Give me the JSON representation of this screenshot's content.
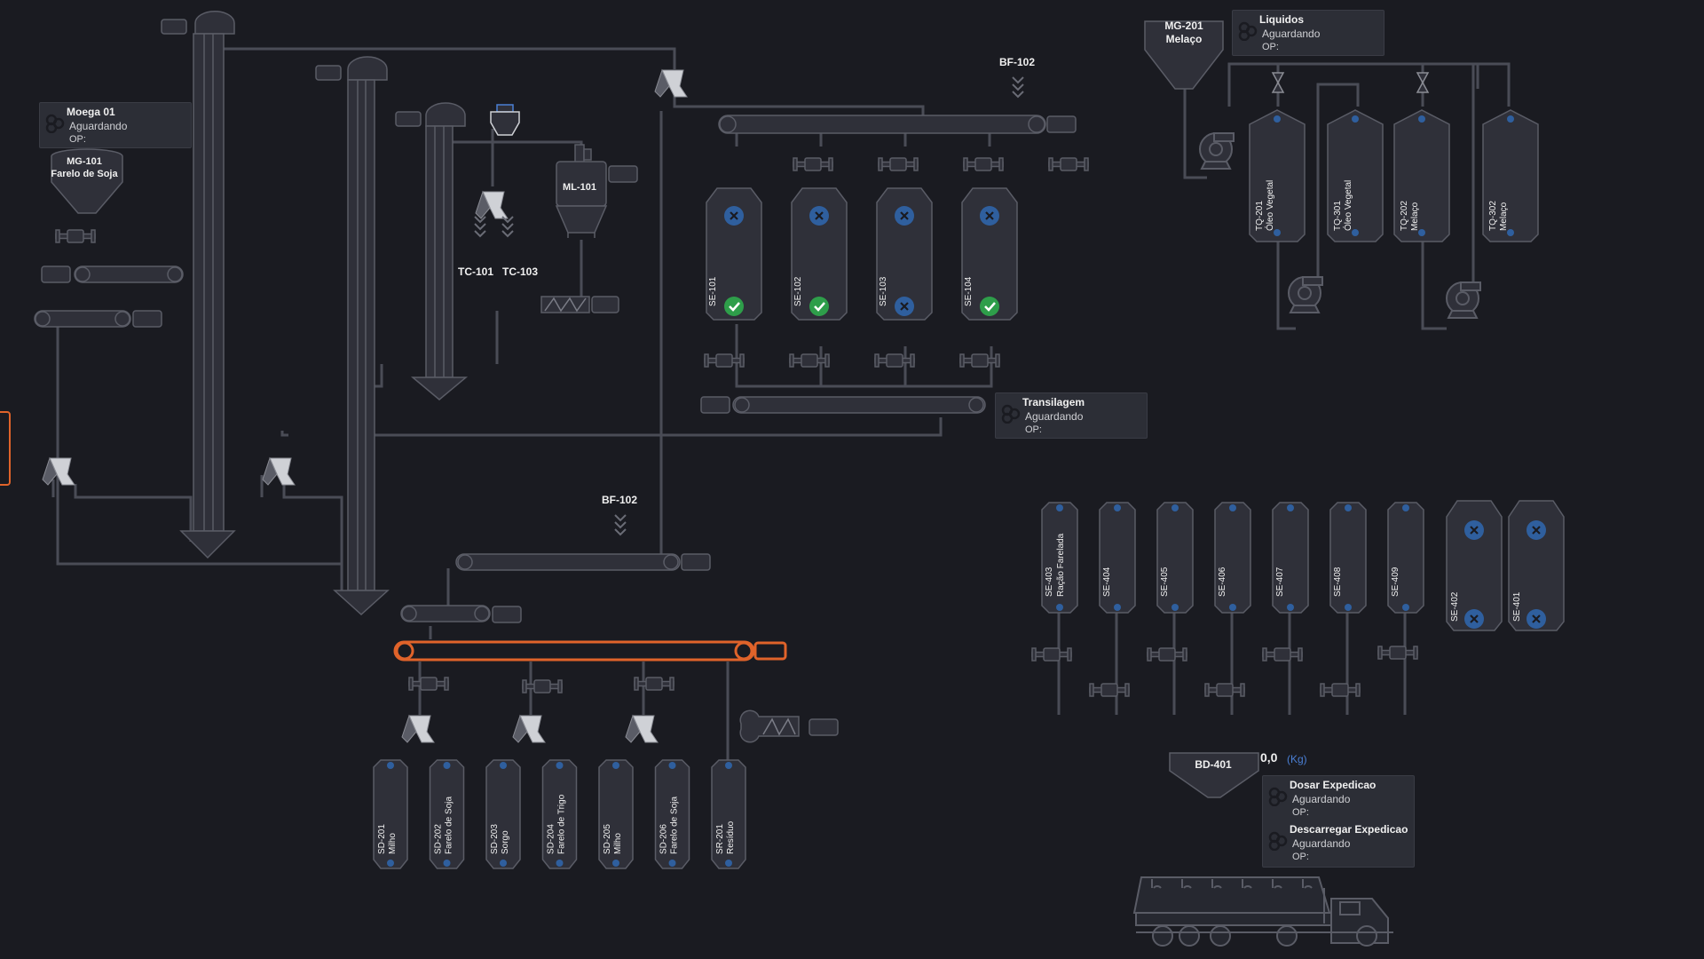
{
  "colors": {
    "background": "#1a1b21",
    "line": "#4a4c56",
    "equipment_fill": "#2f3039",
    "equipment_stroke": "#5a5c66",
    "active": "#e0632a",
    "ok": "#2e9e4a",
    "blue_marker": "#2f5f9e",
    "text": "#f0f0f0",
    "unit_blue": "#4a7fd4"
  },
  "icons": {
    "status_ok": "check-circle-icon",
    "status_idle": "x-circle-icon",
    "panel": "gear-cluster-icon",
    "pump": "centrifugal-pump-icon",
    "valve": "bowtie-valve-icon",
    "truck": "bulk-truck-icon"
  },
  "panels": {
    "moega01": {
      "title": "Moega 01",
      "status": "Aguardando",
      "op": "OP:"
    },
    "liquidos": {
      "title": "Liquidos",
      "status": "Aguardando",
      "op": "OP:"
    },
    "transilagem": {
      "title": "Transilagem",
      "status": "Aguardando",
      "op": "OP:"
    },
    "dosar": {
      "title": "Dosar Expedicao",
      "status": "Aguardando",
      "op": "OP:"
    },
    "descarregar": {
      "title": "Descarregar Expedicao",
      "status": "Aguardando",
      "op": "OP:"
    }
  },
  "hoppers": {
    "mg101": {
      "line1": "MG-101",
      "line2": "Farelo de Soja"
    },
    "mg201": {
      "line1": "MG-201",
      "line2": "Melaço"
    },
    "bd401": {
      "label": "BD-401",
      "value": "0,0",
      "unit": "(Kg)"
    }
  },
  "labels": {
    "bf102_top": "BF-102",
    "bf102_mid": "BF-102",
    "tc101": "TC-101",
    "tc103": "TC-103",
    "ml101": "ML-101"
  },
  "silos_top": [
    {
      "id": "SE-101",
      "status": "ok"
    },
    {
      "id": "SE-102",
      "status": "ok"
    },
    {
      "id": "SE-103",
      "status": "idle"
    },
    {
      "id": "SE-104",
      "status": "ok"
    }
  ],
  "tanks": [
    {
      "id": "TQ-201",
      "product": "Óleo Vegetal"
    },
    {
      "id": "TQ-301",
      "product": "Óleo Vegetal"
    },
    {
      "id": "TQ-202",
      "product": "Melaço"
    },
    {
      "id": "TQ-302",
      "product": "Melaço"
    }
  ],
  "silos_exp": [
    {
      "id": "SE-403",
      "product": "Ração Farelada"
    },
    {
      "id": "SE-404",
      "product": ""
    },
    {
      "id": "SE-405",
      "product": ""
    },
    {
      "id": "SE-406",
      "product": ""
    },
    {
      "id": "SE-407",
      "product": ""
    },
    {
      "id": "SE-408",
      "product": ""
    },
    {
      "id": "SE-409",
      "product": ""
    }
  ],
  "silos_big": [
    {
      "id": "SE-402"
    },
    {
      "id": "SE-401"
    }
  ],
  "bins_sd": [
    {
      "id": "SD-201",
      "product": "Milho"
    },
    {
      "id": "SD-202",
      "product": "Farelo de Soja"
    },
    {
      "id": "SD-203",
      "product": "Sorgo"
    },
    {
      "id": "SD-204",
      "product": "Farelo de Trigo"
    },
    {
      "id": "SD-205",
      "product": "Milho"
    },
    {
      "id": "SD-206",
      "product": "Farelo de Soja"
    },
    {
      "id": "SR-201",
      "product": "Resíduo"
    }
  ]
}
